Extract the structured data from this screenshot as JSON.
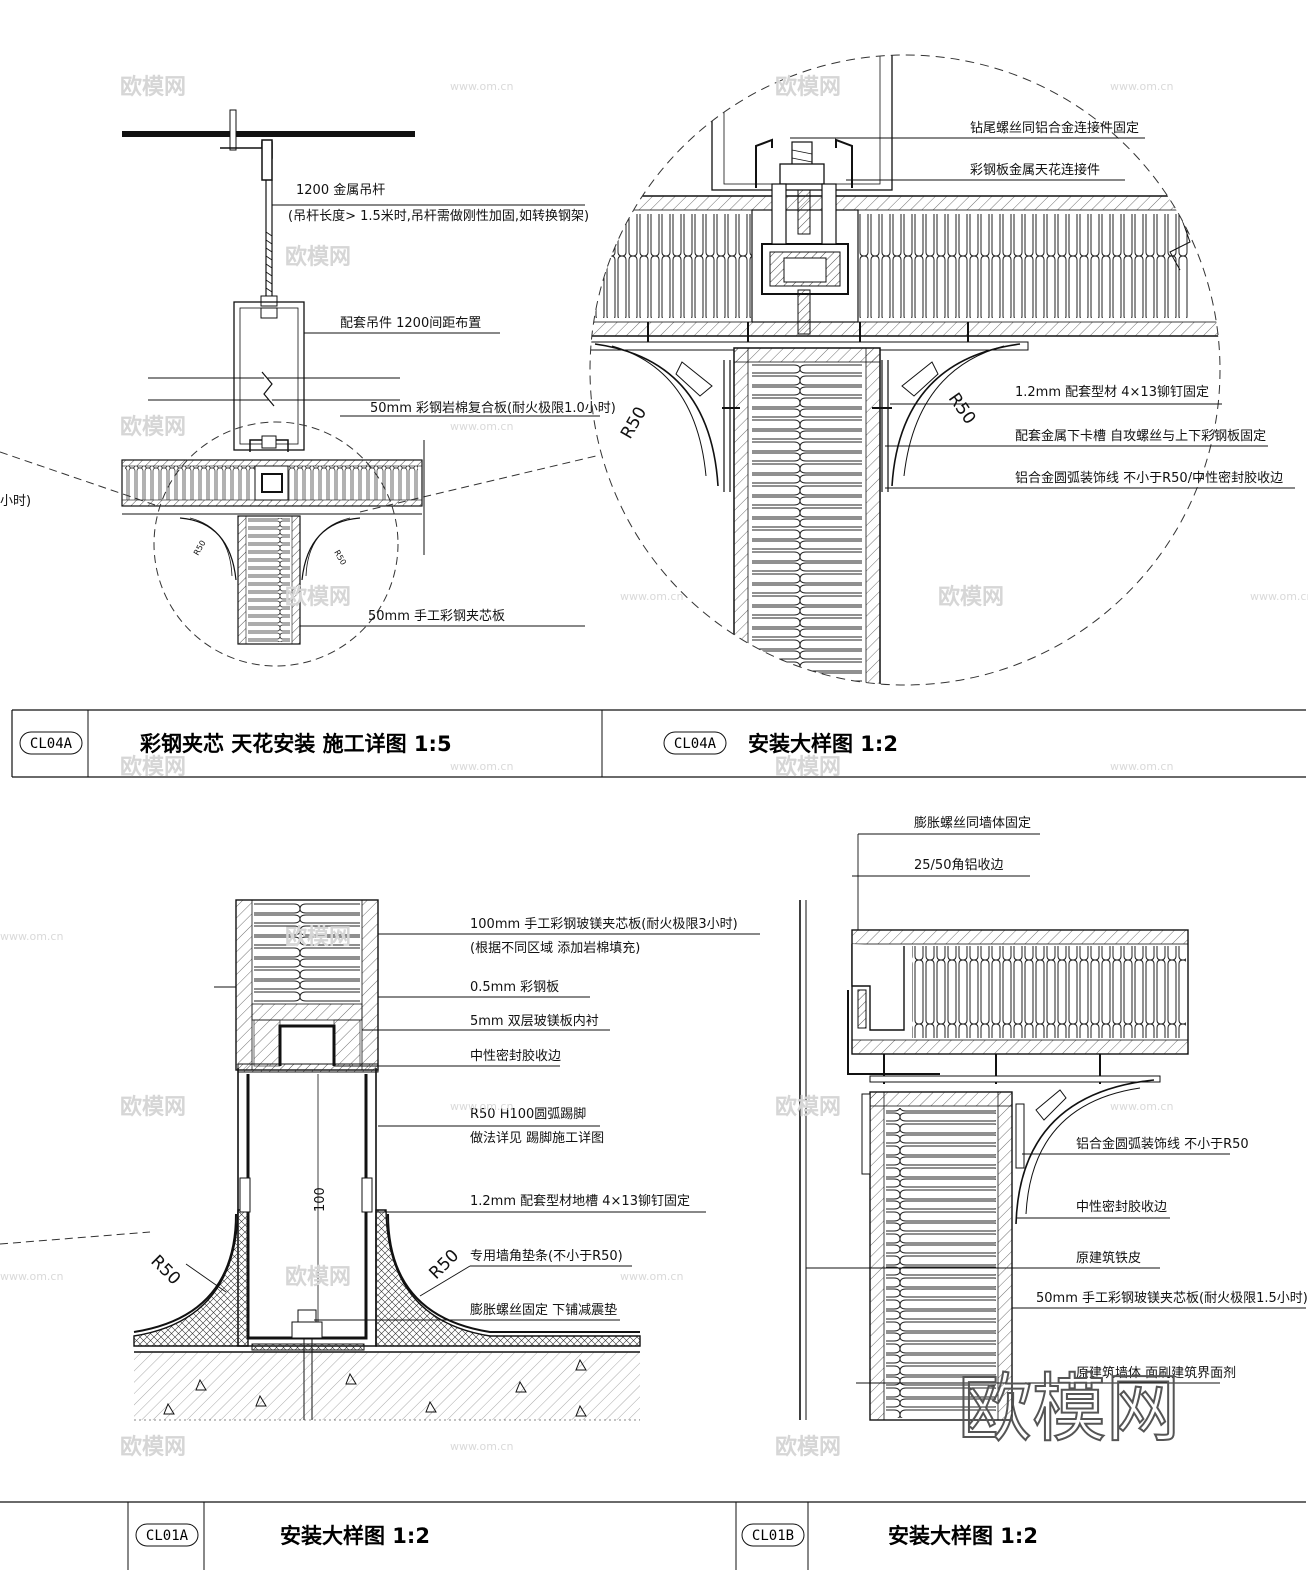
{
  "panels": {
    "ceiling_section": {
      "labels": {
        "rod": "1200 金属吊杆",
        "rod_note": "(吊杆长度> 1.5米时,吊杆需做刚性加固,如转换钢架)",
        "hanger": "配套吊件 1200间距布置",
        "panel": "50mm 彩钢岩棉复合板(耐火极限1.0小时)",
        "wall_panel": "50mm 手工彩钢夹芯板",
        "cut_text": "小时)",
        "r50": "R50"
      }
    },
    "ceiling_detail": {
      "labels": {
        "l1": "钻尾螺丝同铝合金连接件固定",
        "l2": "彩钢板金属天花连接件",
        "l3": "1.2mm 配套型材 4×13铆钉固定",
        "l4": "配套金属下卡槽 自攻螺丝与上下彩钢板固定",
        "l5": "铝合金圆弧装饰线 不小于R50/中性密封胶收边",
        "r50": "R50"
      }
    },
    "floor_detail": {
      "labels": {
        "l1": "100mm 手工彩钢玻镁夹芯板(耐火极限3小时)",
        "l1b": "(根据不同区域 添加岩棉填充)",
        "l2": "0.5mm 彩钢板",
        "l3": "5mm   双层玻镁板内衬",
        "l4": "中性密封胶收边",
        "l5": "R50 H100圆弧踢脚",
        "l5b": "做法详见 踢脚施工详图",
        "l6": "1.2mm 配套型材地槽 4×13铆钉固定",
        "l7": "专用墙角垫条(不小于R50)",
        "l8": "膨胀螺丝固定 下铺减震垫",
        "dim": "100",
        "r50": "R50"
      }
    },
    "wall_detail": {
      "labels": {
        "l1": "膨胀螺丝同墙体固定",
        "l2": "25/50角铝收边",
        "l3": "铝合金圆弧装饰线 不小于R50",
        "l4": "中性密封胶收边",
        "l5": "原建筑铁皮",
        "l6": "50mm 手工彩钢玻镁夹芯板(耐火极限1.5小时)",
        "l7": "原建筑墙体 面刷建筑界面剂"
      }
    }
  },
  "title_blocks": {
    "top_left": {
      "tag": "CL04A",
      "title": "彩钢夹芯  天花安装    施工详图 1:5"
    },
    "top_right": {
      "tag": "CL04A",
      "title": "安装大样图 1:2"
    },
    "bottom_left": {
      "tag": "CL01A",
      "title": "安装大样图 1:2"
    },
    "bottom_right": {
      "tag": "CL01B",
      "title": "安装大样图 1:2"
    }
  },
  "watermark": {
    "brand": "欧模网",
    "url": "www.om.cn"
  }
}
